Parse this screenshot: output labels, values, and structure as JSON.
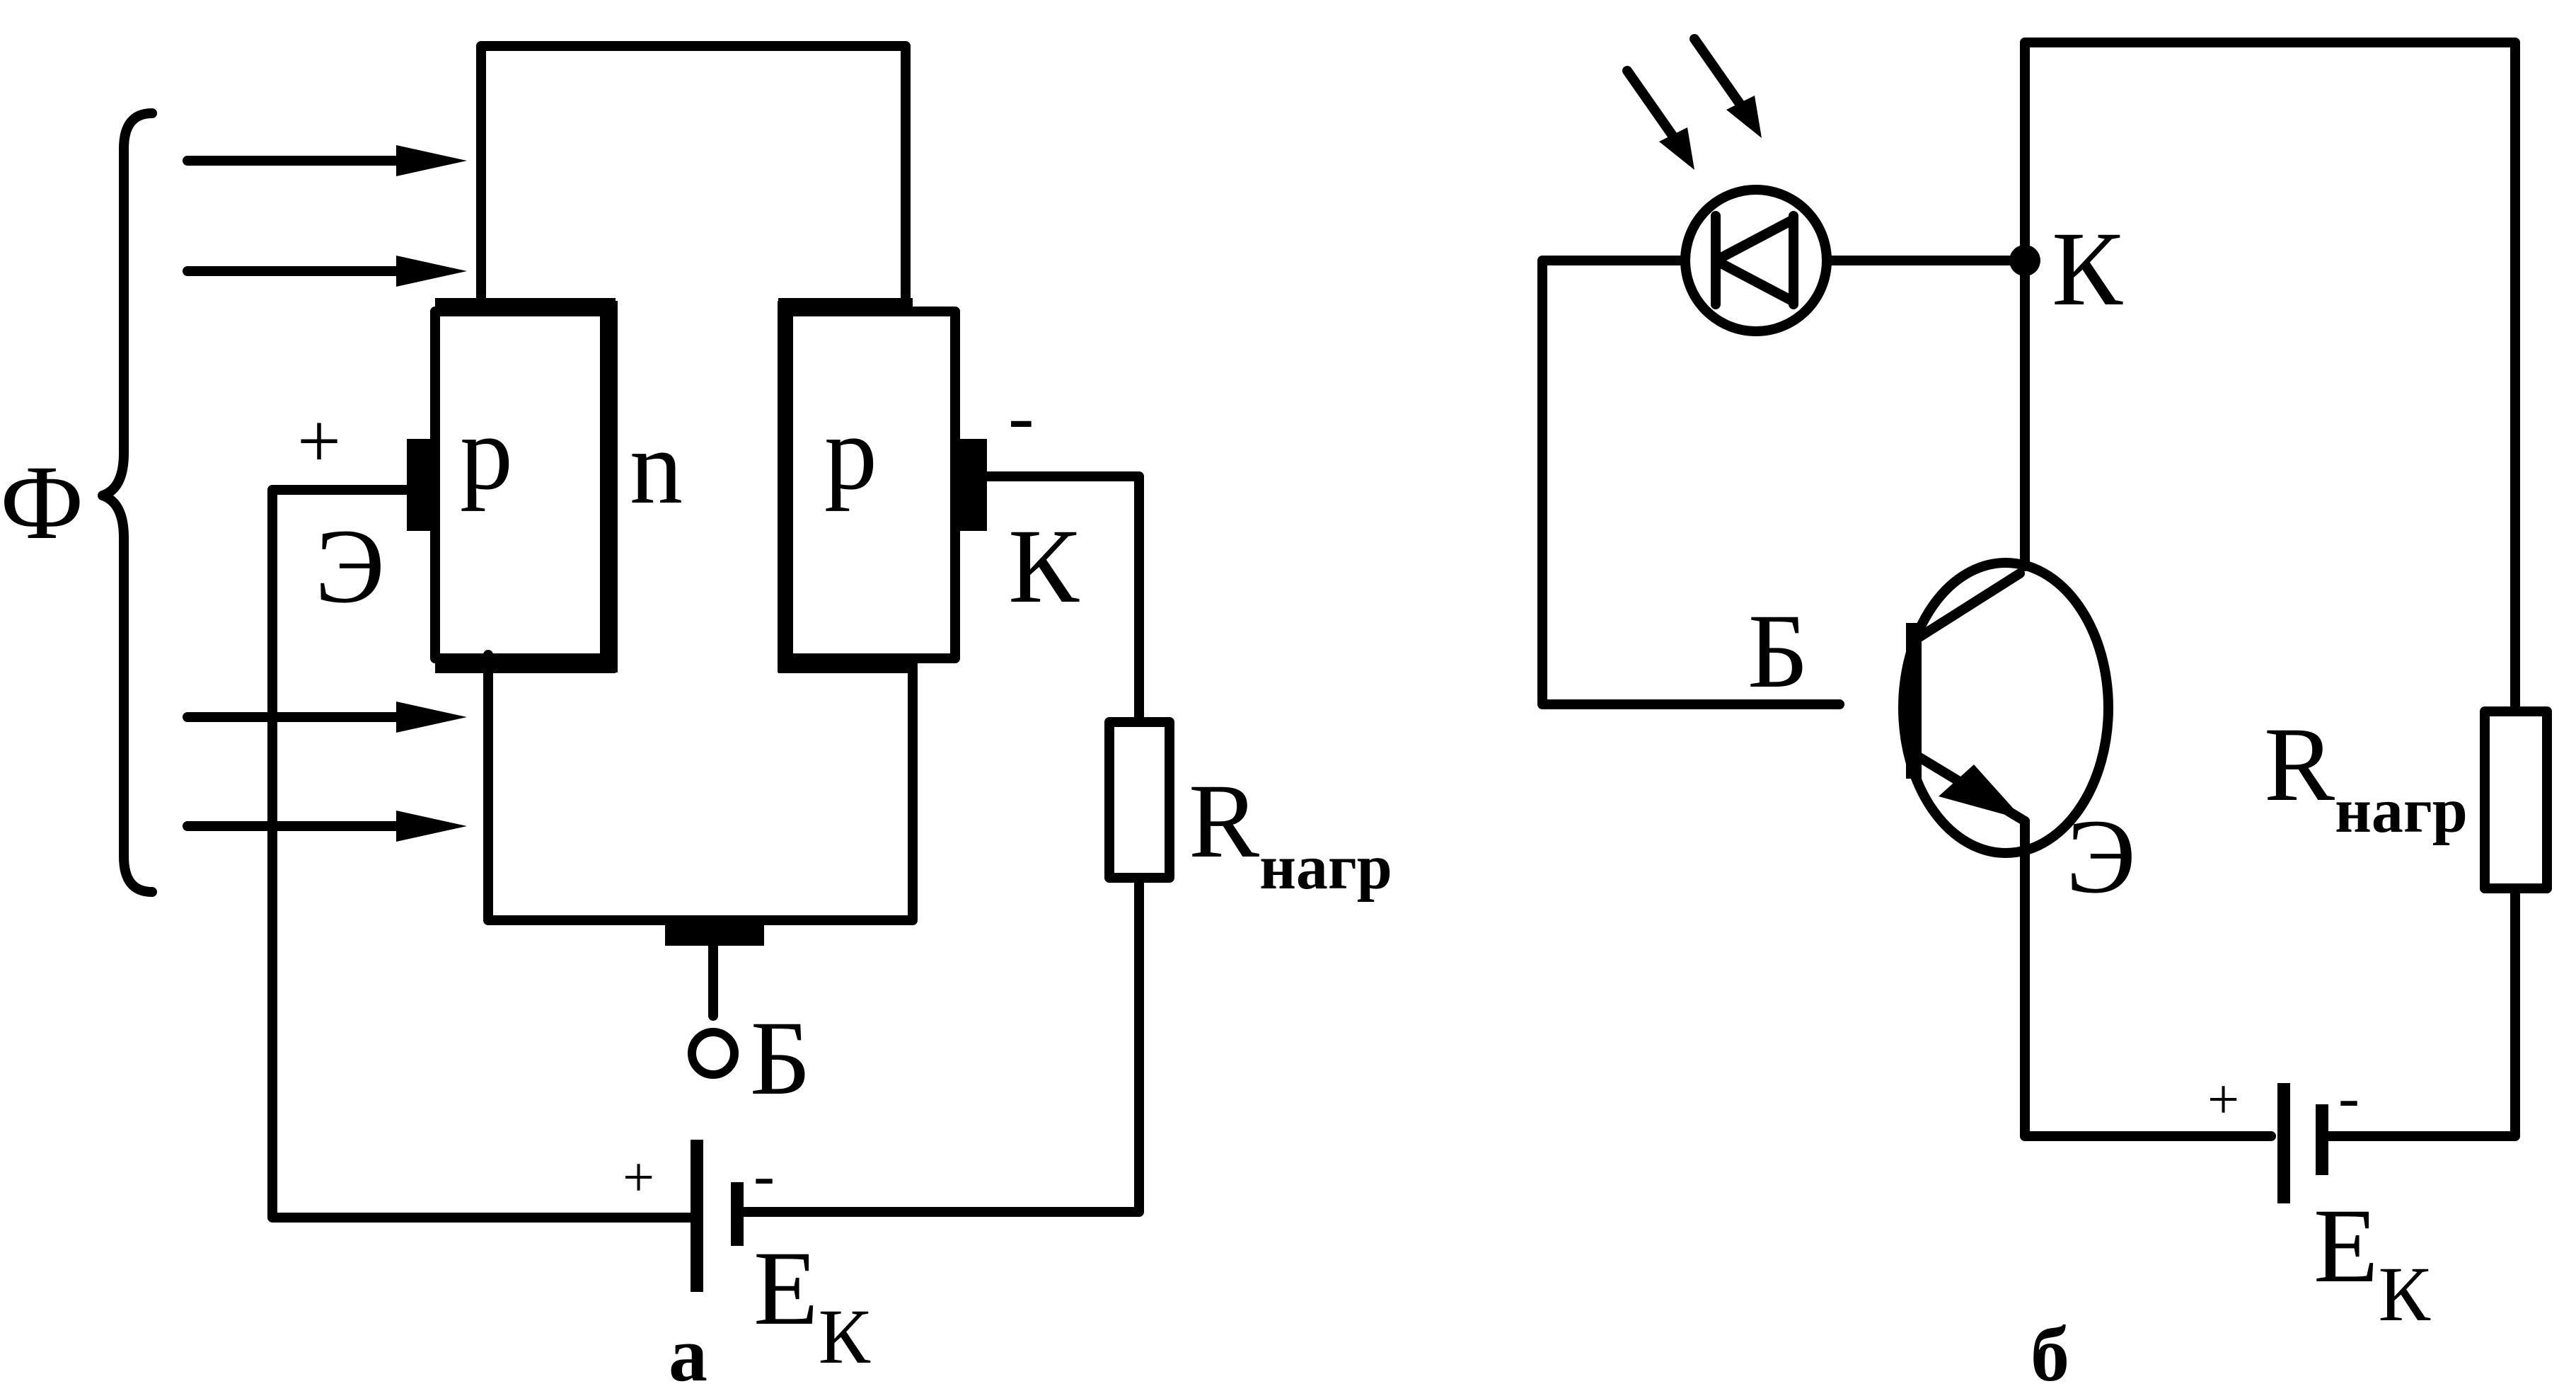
{
  "diagram_a": {
    "flux_label": "Ф",
    "p_left": "p",
    "n_label": "n",
    "p_right": "p",
    "emitter_plus": "+",
    "emitter_label": "Э",
    "collector_minus": "-",
    "collector_label": "К",
    "base_label": "Б",
    "load_label_main": "R",
    "load_label_sub": "нагр",
    "battery_plus": "+",
    "battery_minus": "-",
    "battery_label_main": "E",
    "battery_label_sub": "К",
    "caption": "а"
  },
  "diagram_b": {
    "collector_label": "К",
    "base_label": "Б",
    "emitter_label": "Э",
    "load_label_main": "R",
    "load_label_sub": "нагр",
    "battery_plus": "+",
    "battery_minus": "-",
    "battery_label_main": "E",
    "battery_label_sub": "К",
    "caption": "б"
  }
}
